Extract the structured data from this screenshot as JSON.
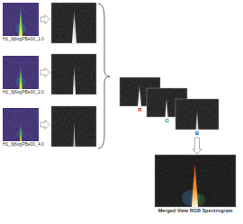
{
  "diagram": {
    "nodes": [
      {
        "text": [
          "H1_6j6sgPBe00_1.0"
        ]
      },
      {
        "text": [
          "H1_6j6sgPBe00_2.0"
        ]
      },
      {
        "text": [
          "H1_6j6sgPBe00_4.0"
        ]
      },
      {
        "text": [
          "R"
        ]
      },
      {
        "text": [
          "G"
        ]
      },
      {
        "text": [
          "B"
        ]
      },
      {
        "text": [
          "Merged View RGB Spectrogram"
        ]
      }
    ],
    "edges": [
      {
        "from": 5,
        "to": 6,
        "arrow": "to"
      }
    ]
  }
}
